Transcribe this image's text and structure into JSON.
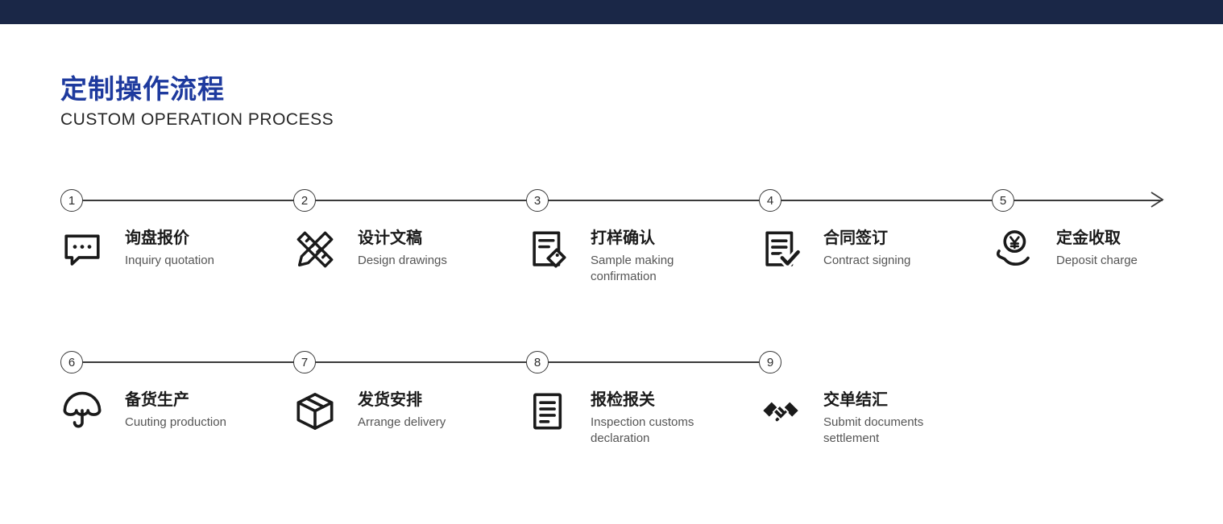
{
  "header": {
    "title_cn": "定制操作流程",
    "title_en": "CUSTOM OPERATION PROCESS"
  },
  "colors": {
    "top_bar_color": "#1a2747",
    "accent_color": "#1e3a9e",
    "line_color": "#3a3a3a",
    "icon_color": "#1a1a1a"
  },
  "rows": [
    {
      "has_arrow": true,
      "steps": [
        {
          "number": "1",
          "title_cn": "询盘报价",
          "title_en": "Inquiry quotation",
          "icon": "chat-icon"
        },
        {
          "number": "2",
          "title_cn": "设计文稿",
          "title_en": "Design drawings",
          "icon": "ruler-pencil-icon"
        },
        {
          "number": "3",
          "title_cn": "打样确认",
          "title_en": "Sample making confirmation",
          "icon": "document-tag-icon"
        },
        {
          "number": "4",
          "title_cn": "合同签订",
          "title_en": "Contract signing",
          "icon": "document-check-icon"
        },
        {
          "number": "5",
          "title_cn": "定金收取",
          "title_en": "Deposit charge",
          "icon": "coin-hand-icon"
        }
      ]
    },
    {
      "has_arrow": false,
      "steps": [
        {
          "number": "6",
          "title_cn": "备货生产",
          "title_en": "Cuuting production",
          "icon": "umbrella-icon"
        },
        {
          "number": "7",
          "title_cn": "发货安排",
          "title_en": "Arrange delivery",
          "icon": "package-box-icon"
        },
        {
          "number": "8",
          "title_cn": "报检报关",
          "title_en": "Inspection customs declaration",
          "icon": "document-lines-icon"
        },
        {
          "number": "9",
          "title_cn": "交单结汇",
          "title_en": "Submit documents settlement",
          "icon": "handshake-icon"
        }
      ]
    }
  ]
}
